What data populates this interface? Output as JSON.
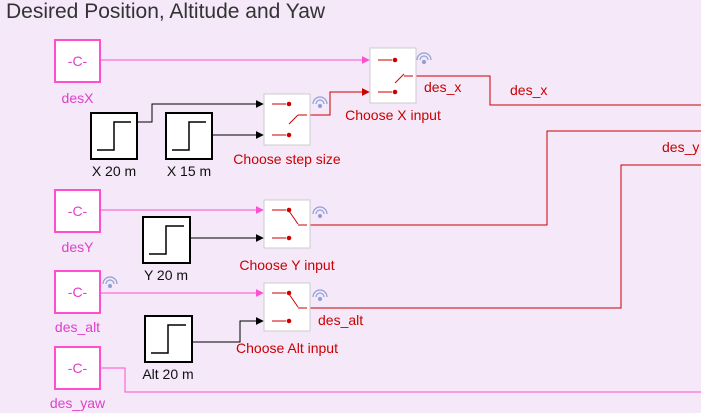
{
  "title": "Desired Position, Altitude and Yaw",
  "colors": {
    "background": "#f4e8f9",
    "constant_block": "#ff4fd0",
    "constant_text": "#e040c8",
    "signal_red": "#cc0000",
    "signal_magenta": "#ff4fd0",
    "signal_black": "#000000",
    "wireless_icon": "#8fa0d8"
  },
  "constants": [
    {
      "id": "desX",
      "text": "-C-",
      "name": "desX"
    },
    {
      "id": "desY",
      "text": "-C-",
      "name": "desY"
    },
    {
      "id": "des_alt",
      "text": "-C-",
      "name": "des_alt"
    },
    {
      "id": "des_yaw",
      "text": "-C-",
      "name": "des_yaw"
    }
  ],
  "steps": [
    {
      "id": "x20",
      "name": "X 20 m"
    },
    {
      "id": "x15",
      "name": "X 15 m"
    },
    {
      "id": "y20",
      "name": "Y 20 m"
    },
    {
      "id": "alt20",
      "name": "Alt 20 m"
    }
  ],
  "switches": [
    {
      "id": "choose_x",
      "name": "Choose X input"
    },
    {
      "id": "choose_step",
      "name": "Choose step size"
    },
    {
      "id": "choose_y",
      "name": "Choose Y input"
    },
    {
      "id": "choose_alt",
      "name": "Choose Alt input"
    }
  ],
  "signal_labels": {
    "des_x_near": "des_x",
    "des_x_far": "des_x",
    "des_y": "des_y",
    "des_alt": "des_alt"
  },
  "icons": [
    "wireless-icon",
    "step-icon",
    "switch-icon",
    "arrow-head-icon"
  ]
}
